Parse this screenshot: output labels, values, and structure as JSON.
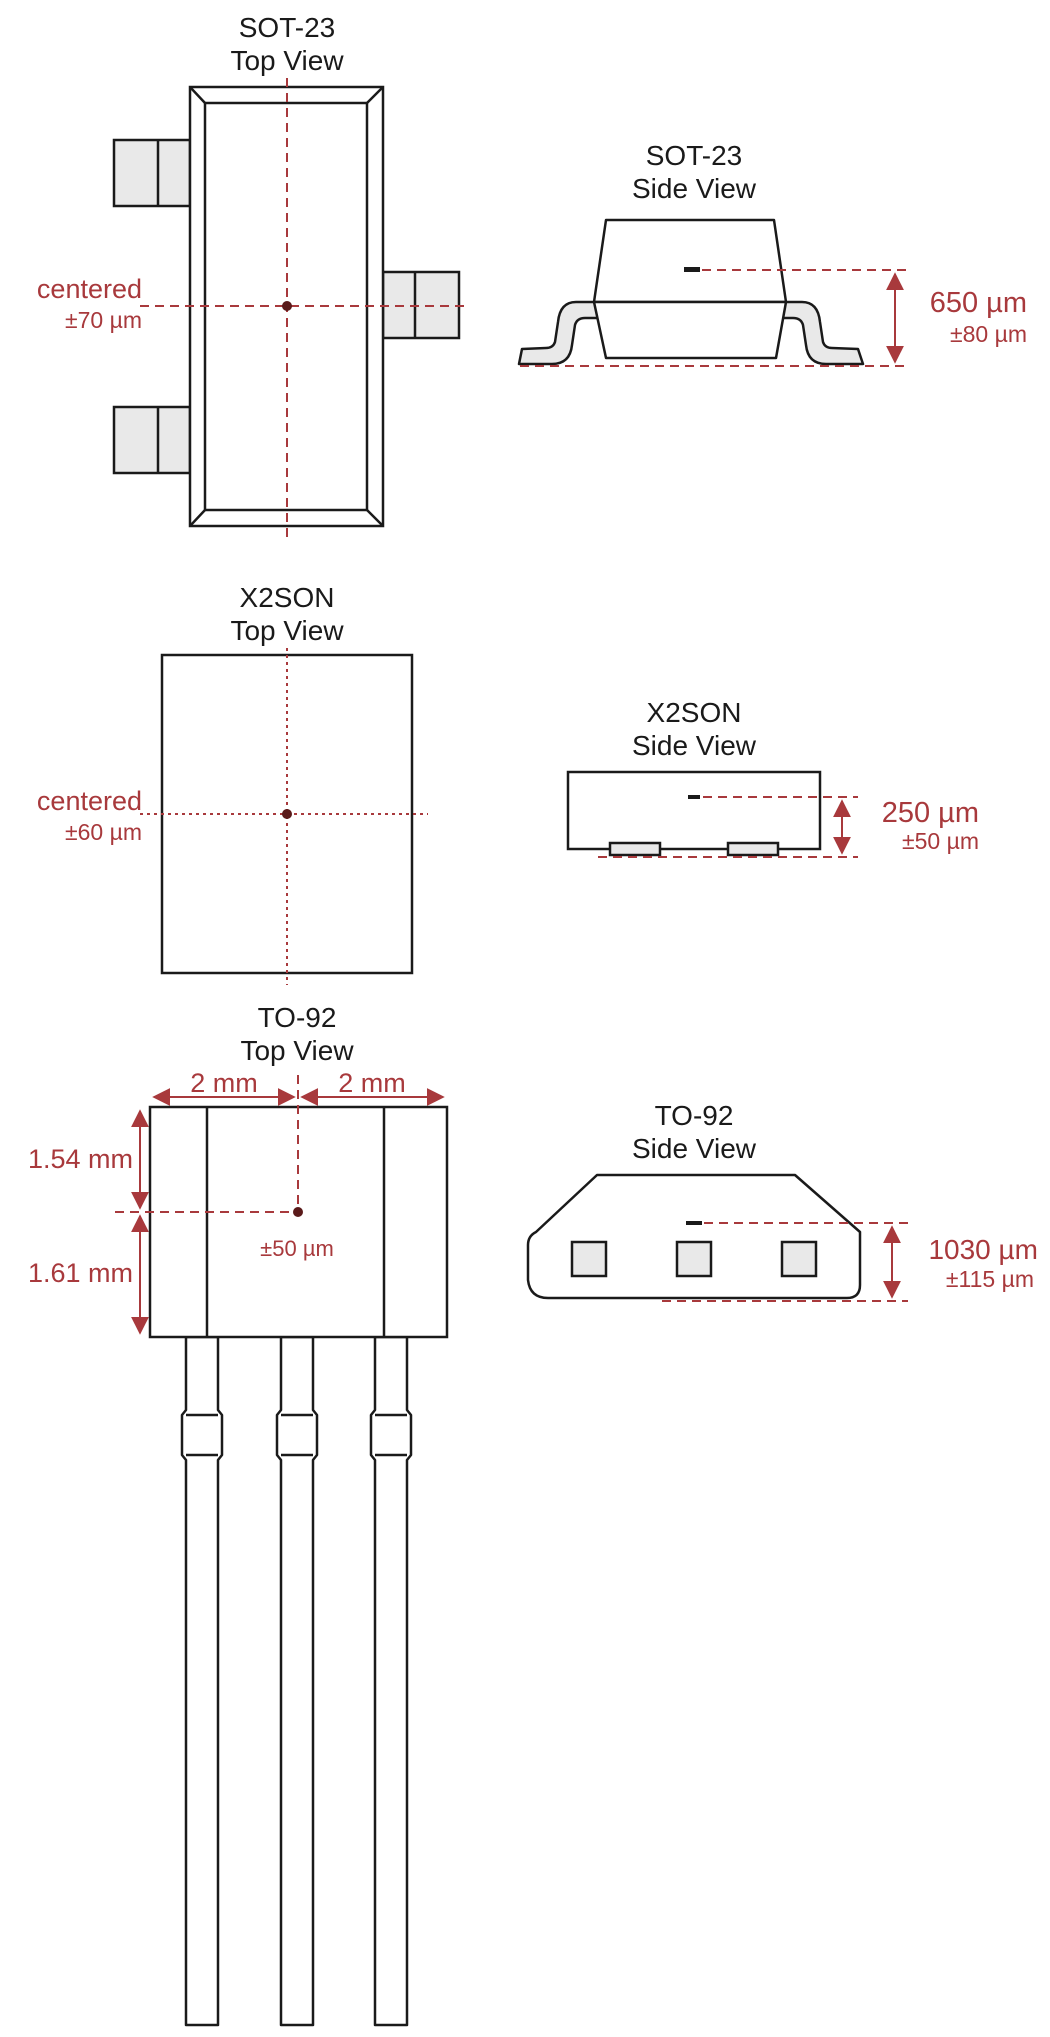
{
  "colors": {
    "outline": "#1a1a1a",
    "dimension": "#a8393c",
    "pin_fill": "#e9e9e9",
    "sensor": "#5a1a1a",
    "background": "#ffffff"
  },
  "sot23_top": {
    "title_line1": "SOT-23",
    "title_line2": "Top View",
    "dim_line1": "centered",
    "dim_line2": "±70 µm"
  },
  "sot23_side": {
    "title_line1": "SOT-23",
    "title_line2": "Side View",
    "dim_line1": "650 µm",
    "dim_line2": "±80 µm"
  },
  "x2son_top": {
    "title_line1": "X2SON",
    "title_line2": "Top View",
    "dim_line1": "centered",
    "dim_line2": "±60 µm"
  },
  "x2son_side": {
    "title_line1": "X2SON",
    "title_line2": "Side View",
    "dim_line1": "250 µm",
    "dim_line2": "±50 µm"
  },
  "to92_top": {
    "title_line1": "TO-92",
    "title_line2": "Top View",
    "dim_left_width": "2 mm",
    "dim_right_width": "2 mm",
    "dim_upper_height": "1.54 mm",
    "dim_lower_height": "1.61 mm",
    "dim_tolerance": "±50 µm"
  },
  "to92_side": {
    "title_line1": "TO-92",
    "title_line2": "Side View",
    "dim_line1": "1030 µm",
    "dim_line2": "±115 µm"
  }
}
